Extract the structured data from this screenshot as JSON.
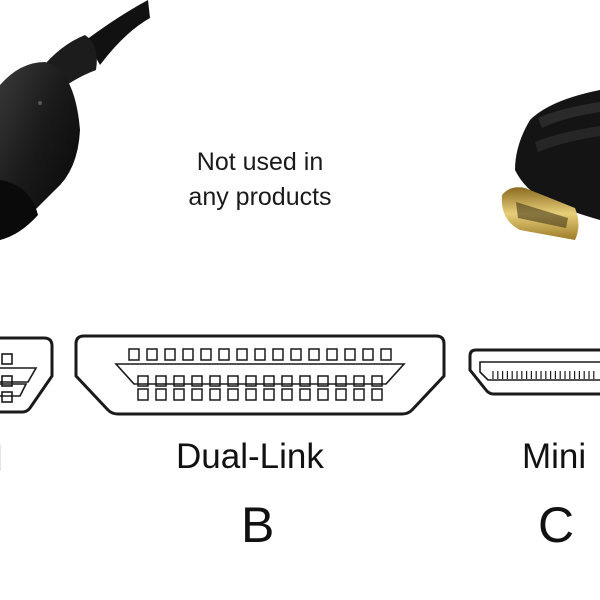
{
  "note": {
    "line1": "Not used in",
    "line2": "any products"
  },
  "connectors": [
    {
      "id": "standard",
      "label": "d",
      "letter": ""
    },
    {
      "id": "dual-link",
      "label": "Dual-Link",
      "letter": "B"
    },
    {
      "id": "mini",
      "label": "Mini",
      "letter": "C"
    }
  ],
  "colors": {
    "cable": "#121212",
    "outline": "#1a1a1a",
    "gold": "#c9a84a"
  }
}
